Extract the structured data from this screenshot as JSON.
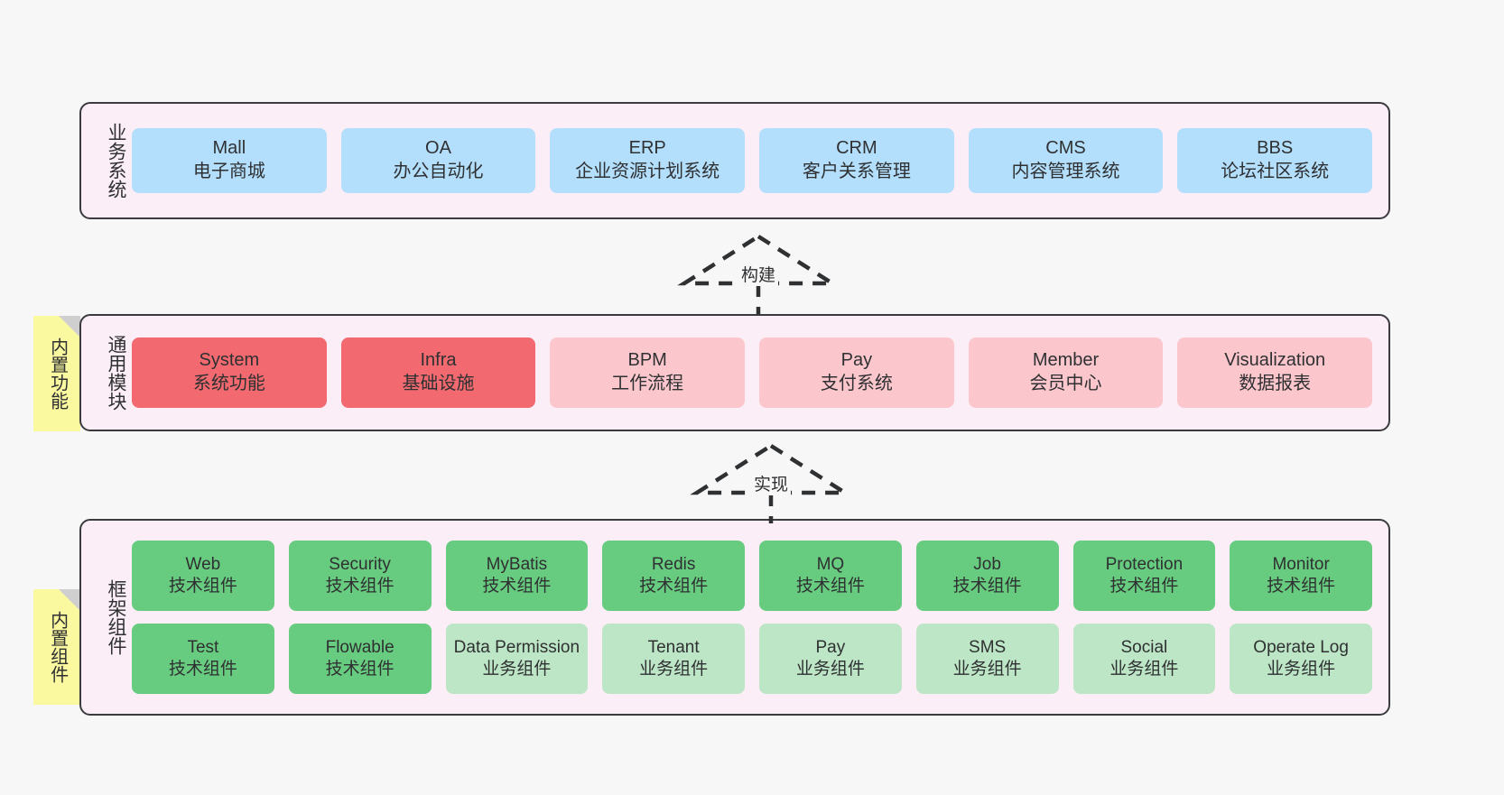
{
  "diagram": {
    "background_color": "#f7f7f7",
    "panel_fill": "#fbeef6",
    "panel_border": "#3b3a3f",
    "note_fill": "#fbf9a0"
  },
  "layers": [
    {
      "id": "business",
      "title": "业务系统",
      "rows": [
        {
          "cards": [
            {
              "name": "Mall",
              "subtitle": "电子商城",
              "style": "c-blue"
            },
            {
              "name": "OA",
              "subtitle": "办公自动化",
              "style": "c-blue"
            },
            {
              "name": "ERP",
              "subtitle": "企业资源计划系统",
              "style": "c-blue"
            },
            {
              "name": "CRM",
              "subtitle": "客户关系管理",
              "style": "c-blue"
            },
            {
              "name": "CMS",
              "subtitle": "内容管理系统",
              "style": "c-blue"
            },
            {
              "name": "BBS",
              "subtitle": "论坛社区系统",
              "style": "c-blue"
            }
          ]
        }
      ]
    },
    {
      "id": "modules",
      "title": "通用模块",
      "rows": [
        {
          "cards": [
            {
              "name": "System",
              "subtitle": "系统功能",
              "style": "c-red"
            },
            {
              "name": "Infra",
              "subtitle": "基础设施",
              "style": "c-red"
            },
            {
              "name": "BPM",
              "subtitle": "工作流程",
              "style": "c-pink"
            },
            {
              "name": "Pay",
              "subtitle": "支付系统",
              "style": "c-pink"
            },
            {
              "name": "Member",
              "subtitle": "会员中心",
              "style": "c-pink"
            },
            {
              "name": "Visualization",
              "subtitle": "数据报表",
              "style": "c-pink"
            }
          ]
        }
      ]
    },
    {
      "id": "framework",
      "title": "框架组件",
      "rows": [
        {
          "cards": [
            {
              "name": "Web",
              "subtitle": "技术组件",
              "style": "c-green"
            },
            {
              "name": "Security",
              "subtitle": "技术组件",
              "style": "c-green"
            },
            {
              "name": "MyBatis",
              "subtitle": "技术组件",
              "style": "c-green"
            },
            {
              "name": "Redis",
              "subtitle": "技术组件",
              "style": "c-green"
            },
            {
              "name": "MQ",
              "subtitle": "技术组件",
              "style": "c-green"
            },
            {
              "name": "Job",
              "subtitle": "技术组件",
              "style": "c-green"
            },
            {
              "name": "Protection",
              "subtitle": "技术组件",
              "style": "c-green"
            },
            {
              "name": "Monitor",
              "subtitle": "技术组件",
              "style": "c-green"
            }
          ]
        },
        {
          "cards": [
            {
              "name": "Test",
              "subtitle": "技术组件",
              "style": "c-green"
            },
            {
              "name": "Flowable",
              "subtitle": "技术组件",
              "style": "c-green"
            },
            {
              "name": "Data Permission",
              "subtitle": "业务组件",
              "style": "c-lightgreen"
            },
            {
              "name": "Tenant",
              "subtitle": "业务组件",
              "style": "c-lightgreen"
            },
            {
              "name": "Pay",
              "subtitle": "业务组件",
              "style": "c-lightgreen"
            },
            {
              "name": "SMS",
              "subtitle": "业务组件",
              "style": "c-lightgreen"
            },
            {
              "name": "Social",
              "subtitle": "业务组件",
              "style": "c-lightgreen"
            },
            {
              "name": "Operate Log",
              "subtitle": "业务组件",
              "style": "c-lightgreen"
            }
          ]
        }
      ]
    }
  ],
  "notes": [
    {
      "id": "builtin-func",
      "text": "内置功能"
    },
    {
      "id": "builtin-comp",
      "text": "内置组件"
    }
  ],
  "connectors": [
    {
      "id": "build",
      "label": "构建"
    },
    {
      "id": "impl",
      "label": "实现"
    }
  ]
}
